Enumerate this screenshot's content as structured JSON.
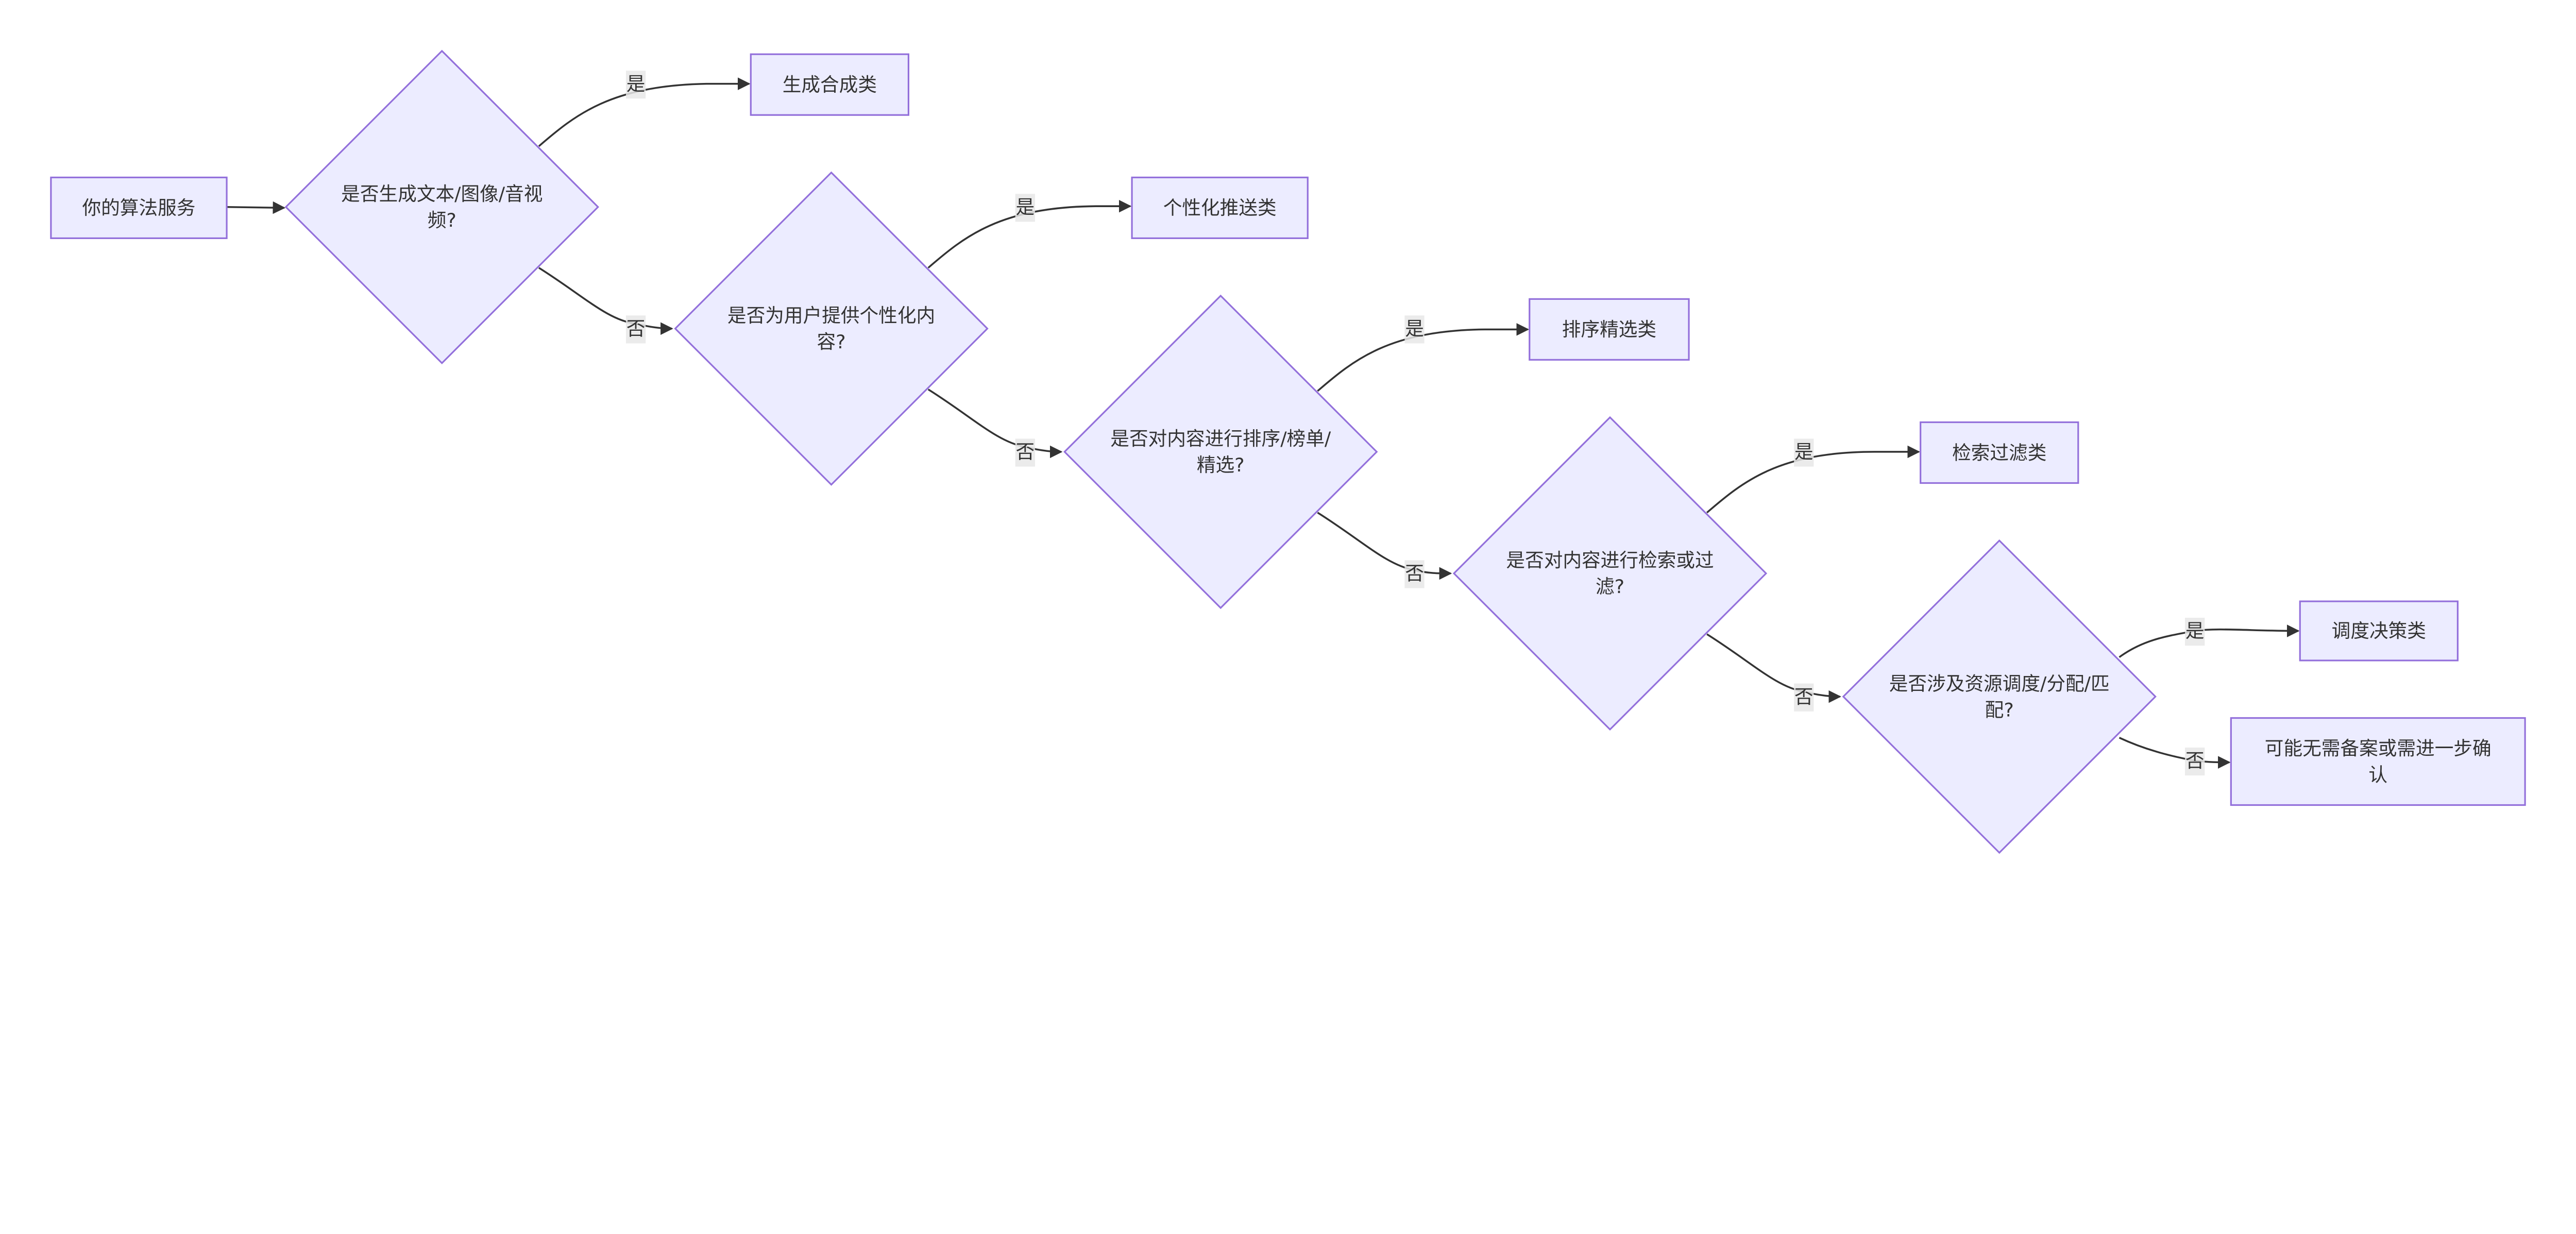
{
  "colors": {
    "node_fill": "#ECECFF",
    "node_stroke": "#9370DB",
    "edge": "#333333",
    "label_bg": "#e8e8e8"
  },
  "nodes": [
    {
      "id": "start",
      "shape": "rect",
      "lines": [
        "你的算法服务"
      ]
    },
    {
      "id": "q1",
      "shape": "diamond",
      "lines": [
        "是否生成文本/图像/音视",
        "频?"
      ]
    },
    {
      "id": "r1",
      "shape": "rect",
      "lines": [
        "生成合成类"
      ]
    },
    {
      "id": "q2",
      "shape": "diamond",
      "lines": [
        "是否为用户提供个性化内",
        "容?"
      ]
    },
    {
      "id": "r2",
      "shape": "rect",
      "lines": [
        "个性化推送类"
      ]
    },
    {
      "id": "q3",
      "shape": "diamond",
      "lines": [
        "是否对内容进行排序/榜单/",
        "精选?"
      ]
    },
    {
      "id": "r3",
      "shape": "rect",
      "lines": [
        "排序精选类"
      ]
    },
    {
      "id": "q4",
      "shape": "diamond",
      "lines": [
        "是否对内容进行检索或过",
        "滤?"
      ]
    },
    {
      "id": "r4",
      "shape": "rect",
      "lines": [
        "检索过滤类"
      ]
    },
    {
      "id": "q5",
      "shape": "diamond",
      "lines": [
        "是否涉及资源调度/分配/匹",
        "配?"
      ]
    },
    {
      "id": "r5",
      "shape": "rect",
      "lines": [
        "调度决策类"
      ]
    },
    {
      "id": "r6",
      "shape": "rect",
      "lines": [
        "可能无需备案或需进一步确",
        "认"
      ]
    }
  ],
  "edges": [
    {
      "from": "start",
      "to": "q1",
      "label": ""
    },
    {
      "from": "q1",
      "to": "r1",
      "label": "是"
    },
    {
      "from": "q1",
      "to": "q2",
      "label": "否"
    },
    {
      "from": "q2",
      "to": "r2",
      "label": "是"
    },
    {
      "from": "q2",
      "to": "q3",
      "label": "否"
    },
    {
      "from": "q3",
      "to": "r3",
      "label": "是"
    },
    {
      "from": "q3",
      "to": "q4",
      "label": "否"
    },
    {
      "from": "q4",
      "to": "r4",
      "label": "是"
    },
    {
      "from": "q4",
      "to": "q5",
      "label": "否"
    },
    {
      "from": "q5",
      "to": "r5",
      "label": "是"
    },
    {
      "from": "q5",
      "to": "r6",
      "label": "否"
    }
  ]
}
